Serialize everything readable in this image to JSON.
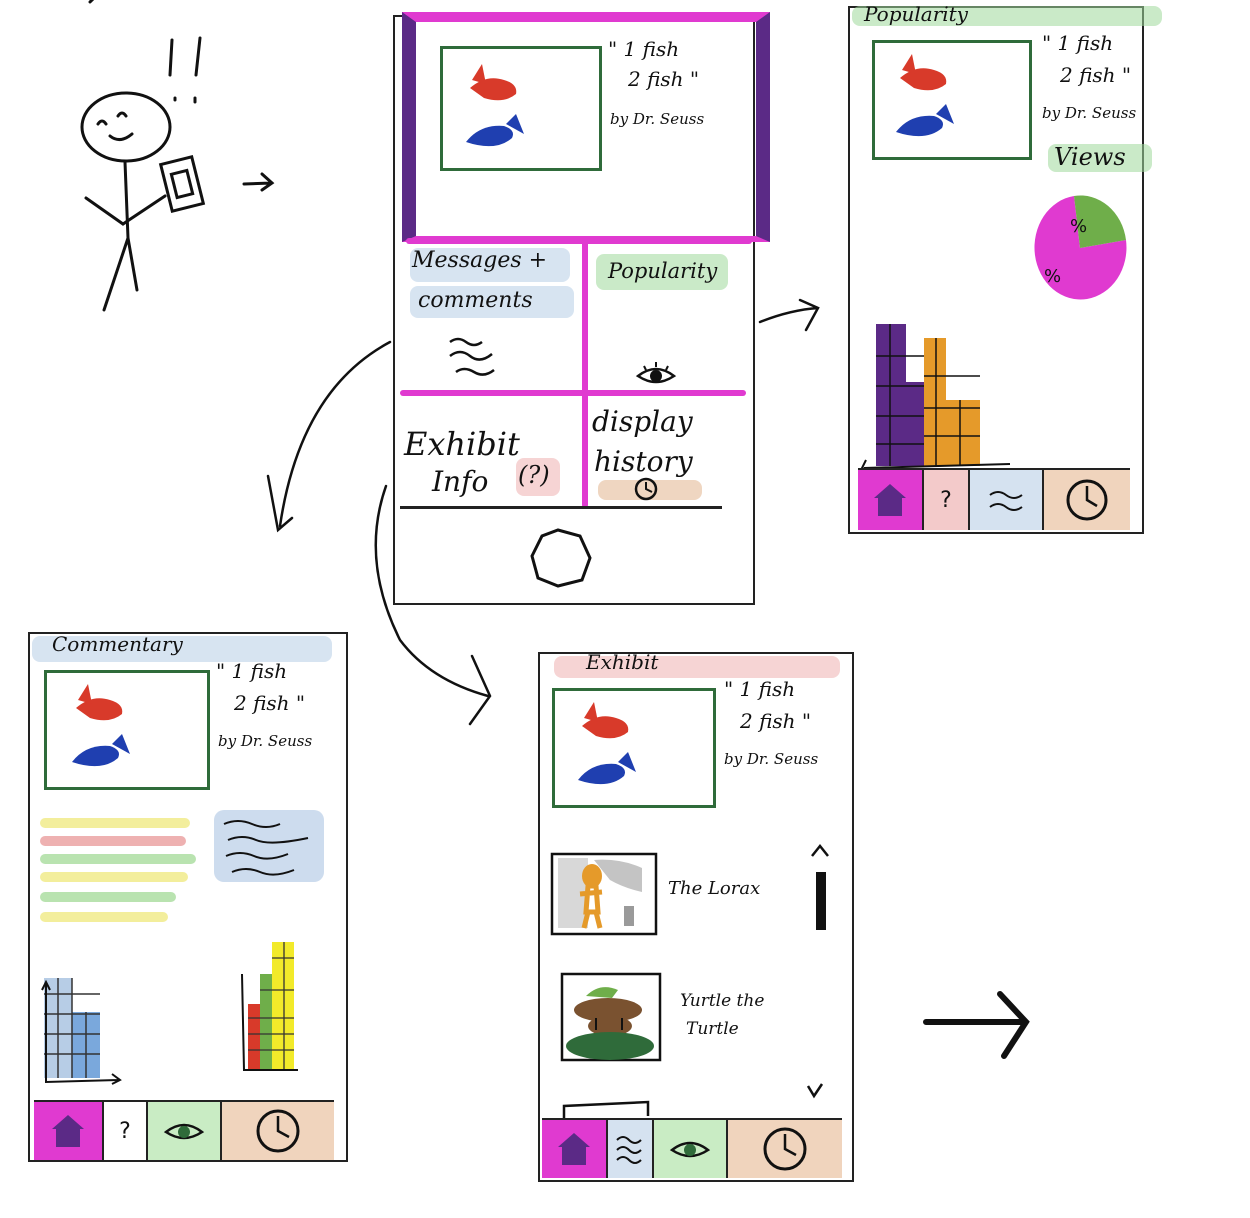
{
  "artwork": {
    "title_line1": "\" 1 fish",
    "title_line2": "2 fish \"",
    "author": "by Dr. Seuss"
  },
  "home": {
    "messages_label": "Messages +",
    "comments_label": "comments",
    "popularity_label": "Popularity",
    "exhibit_label": "Exhibit",
    "info_label": "Info",
    "info_badge": "(?)",
    "display_label": "display",
    "history_label": "history"
  },
  "popularity_screen": {
    "title": "Popularity",
    "views_label": "Views",
    "pie_label_a": "%",
    "pie_label_b": "%",
    "help_tab": "?"
  },
  "commentary_screen": {
    "title": "Commentary",
    "help_tab": "?"
  },
  "exhibit_screen": {
    "title": "Exhibit",
    "items": [
      {
        "label": "The Lorax"
      },
      {
        "label_line1": "Yurtle the",
        "label_line2": "Turtle"
      }
    ]
  },
  "colors": {
    "magenta": "#e03ad0",
    "purple": "#5b2a86",
    "frame_green": "#2f6b3a",
    "fish_red": "#d83a2a",
    "fish_blue": "#1f3fb0",
    "orange": "#e59a2a",
    "green_hl": "#9fd89a",
    "blue_hl": "#b7cde6",
    "red_hl": "#eeb1b1",
    "tan_hl": "#e2b58e",
    "yellow": "#f2ea2a"
  },
  "icons": [
    "person-icon",
    "phone-icon",
    "arrow-icon",
    "fish-icon",
    "eye-icon",
    "clock-icon",
    "house-icon",
    "question-icon",
    "squiggle-icon",
    "scroll-up-icon",
    "scroll-down-icon"
  ]
}
